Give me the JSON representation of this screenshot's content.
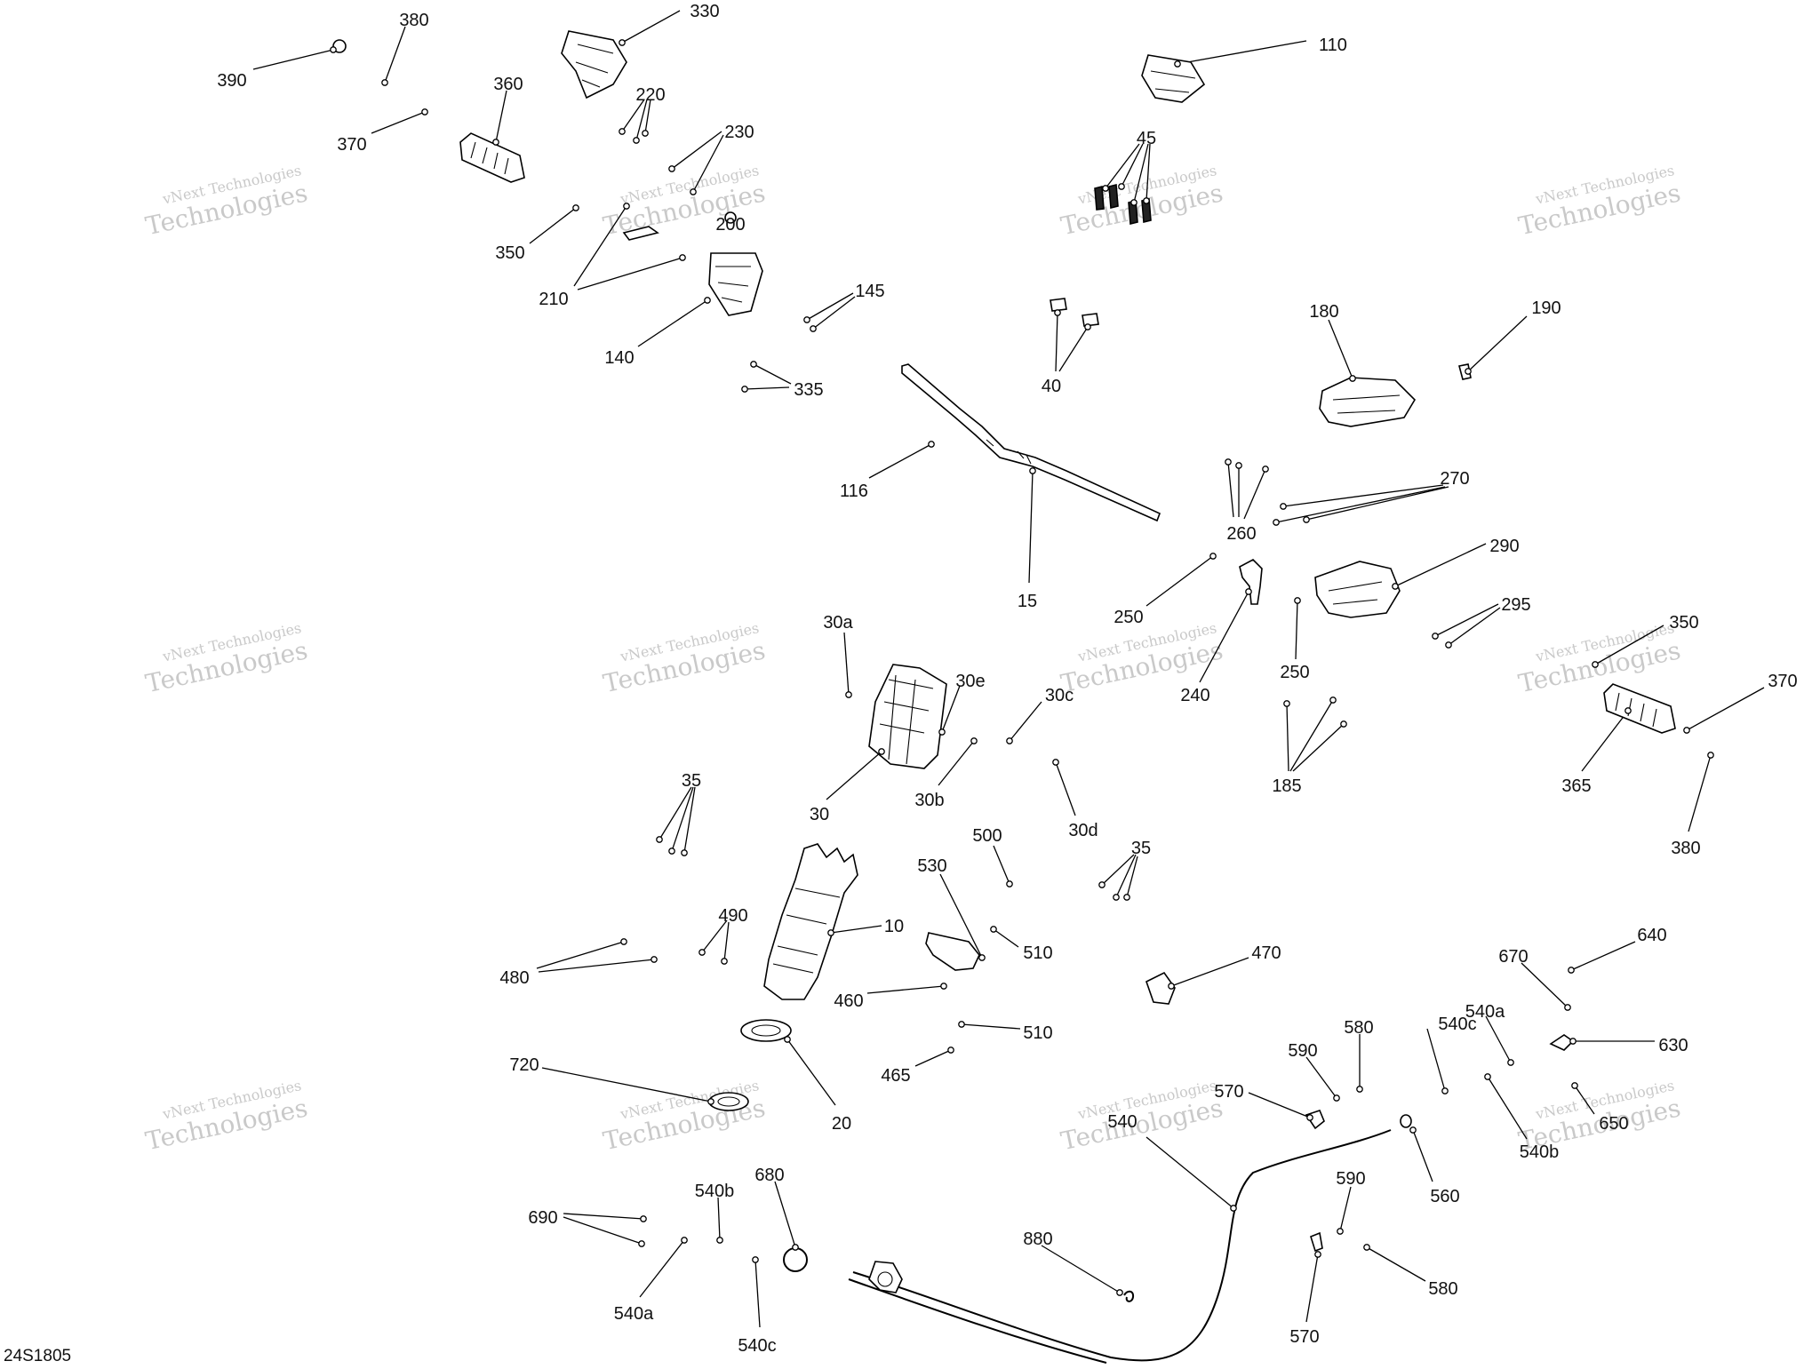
{
  "reference_code": "24S1805",
  "watermark": {
    "line1": "vNext Technologies",
    "line2": "Technologies"
  },
  "callouts": [
    "10",
    "15",
    "20",
    "30",
    "30a",
    "30b",
    "30c",
    "30d",
    "30e",
    "35",
    "40",
    "45",
    "110",
    "116",
    "140",
    "145",
    "180",
    "185",
    "190",
    "210",
    "220",
    "230",
    "240",
    "250",
    "260",
    "270",
    "290",
    "295",
    "330",
    "335",
    "350",
    "360",
    "365",
    "370",
    "380",
    "390",
    "460",
    "465",
    "470",
    "480",
    "490",
    "500",
    "510",
    "530",
    "540",
    "540a",
    "540b",
    "540c",
    "560",
    "570",
    "580",
    "590",
    "630",
    "640",
    "650",
    "670",
    "680",
    "690",
    "720",
    "880",
    "200"
  ]
}
